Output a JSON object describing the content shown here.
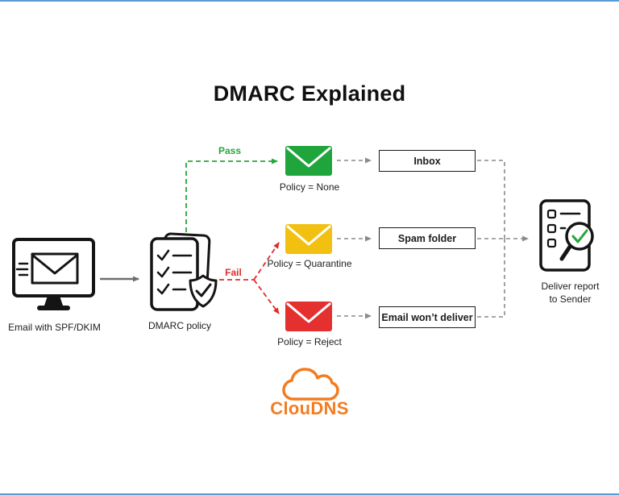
{
  "title": "DMARC Explained",
  "source": {
    "label": "Email with SPF/DKIM"
  },
  "policy": {
    "label": "DMARC policy"
  },
  "branches": {
    "pass": "Pass",
    "fail": "Fail"
  },
  "outcomes": [
    {
      "policy_label": "Policy = None",
      "box_label": "Inbox",
      "envelope_color": "#1FA53C"
    },
    {
      "policy_label": "Policy = Quarantine",
      "box_label": "Spam folder",
      "envelope_color": "#F2C011"
    },
    {
      "policy_label": "Policy = Reject",
      "box_label": "Email won’t deliver",
      "envelope_color": "#E53030"
    }
  ],
  "report": {
    "label": "Deliver report\nto Sender"
  },
  "logo": {
    "text": "ClouDNS",
    "color": "#F47C20"
  },
  "colors": {
    "pass_green": "#27A539",
    "fail_red": "#E02B2B",
    "connector_gray": "#8A8A8A",
    "solid_gray": "#6E6E6E",
    "ink": "#141414",
    "edge_blue": "#5B9BD5"
  }
}
